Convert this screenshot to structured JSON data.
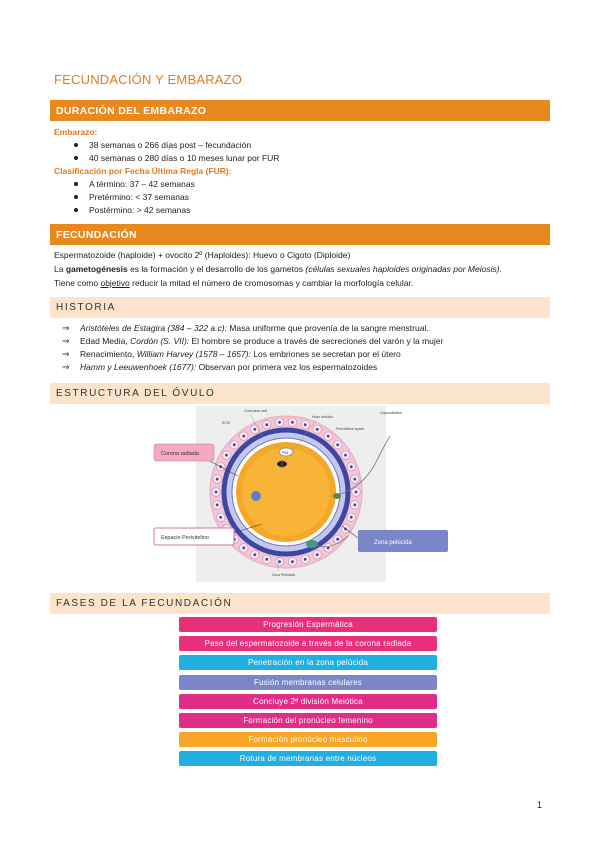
{
  "title": "FECUNDACIÓN Y EMBARAZO",
  "sections": {
    "duracion": {
      "heading": "DURACIÓN DEL EMBARAZO",
      "embarazo_label": "Embarazo:",
      "embarazo_items": [
        "38 semanas o 266 días post – fecundación",
        "40 semanas o 280 días o 10 meses lunar por FUR"
      ],
      "fur_label": "Clasificación por Fecha Última Regla (FUR):",
      "fur_items": [
        "A término: 37 – 42 semanas",
        "Pretérmino: < 37 semanas",
        "Postérmino: > 42 semanas"
      ]
    },
    "fecundacion": {
      "heading": "FECUNDACIÓN",
      "line1": "Espermatozoide (haploide) + ovocito 2º (Haploides): Huevo o Cigoto (Diploide)",
      "line2_prefix": "La ",
      "line2_bold": "gametogénesis",
      "line2_mid": " es la formación y el desarrollo de los gametos ",
      "line2_italic": "(células sexuales haploides originadas por Meiosis).",
      "line3_prefix": "Tiene como ",
      "line3_underline": "objetivo",
      "line3_suffix": " reducir la mitad el número de cromosomas y cambiar la morfología celular."
    },
    "historia": {
      "heading": "HISTORIA",
      "items": [
        {
          "pre": "",
          "em": "Aristóteles de Estagira (384 – 322 a.c):",
          "post": " Masa uniforme que provenía de la sangre menstrual."
        },
        {
          "pre": "Edad Media, ",
          "em": "Cordón (S. VII):",
          "post": " El hombre se produce a través de secreciones del varón y la mujer"
        },
        {
          "pre": "Renacimiento, ",
          "em": "William Harvey (1578 – 1657):",
          "post": " Los embriones se secretan por el útero"
        },
        {
          "pre": "",
          "em": "Hamm y Leeuwenhoek (1677):",
          "post": " Observan por primera vez los espermatozoides"
        }
      ]
    },
    "ovulo": {
      "heading": "ESTRUCTURA DEL ÓVULO",
      "labels": {
        "corona": "Corona radiada",
        "espacio": "Espacio Perivitelino",
        "zona": "Zona pelúcida",
        "cumulus": "Cumulus cell",
        "capacitation": "Capacitation",
        "huso": "Huso mitótico",
        "pvs": "Perivitelline space",
        "ecm": "ECM",
        "pb1": "PB1",
        "zona_small": "Zona Pellucida"
      }
    },
    "fases": {
      "heading": "FASES DE LA FECUNDACIÓN",
      "items": [
        {
          "label": "Progresión Espermática",
          "color": "#e8307a"
        },
        {
          "label": "Paso del espermatozoide a través de la corona radiada",
          "color": "#e8307a"
        },
        {
          "label": "Penetración en la zona pelúcida",
          "color": "#21aee0"
        },
        {
          "label": "Fusión membranas celulares",
          "color": "#7a86c8"
        },
        {
          "label": "Concluye 2ª división Meiótica",
          "color": "#e02d88"
        },
        {
          "label": "Formación del pronúcleo femenino",
          "color": "#e02d88"
        },
        {
          "label": "Formación pronúcleo masculino",
          "color": "#f7a627"
        },
        {
          "label": "Rotura de membranas entre núcleos",
          "color": "#21aee0"
        }
      ]
    }
  },
  "page_number": "1",
  "colors": {
    "accent": "#e8891f",
    "peach": "#fbe3cc",
    "label_pink": "#f3a9c2",
    "label_blue": "#7a86c8"
  }
}
